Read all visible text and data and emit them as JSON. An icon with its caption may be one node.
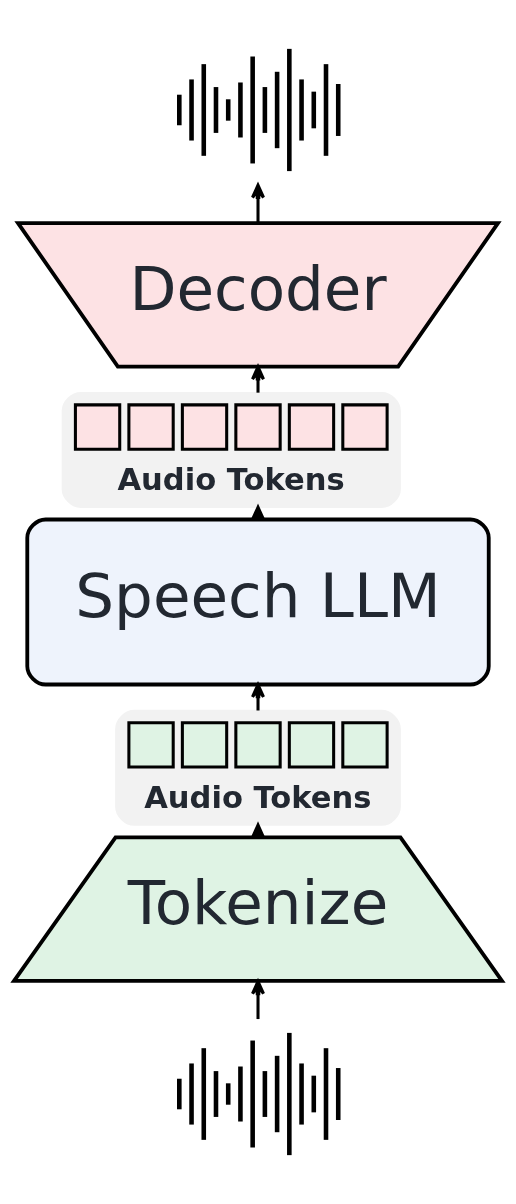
{
  "diagram": {
    "nodes": [
      {
        "text": [],
        "shape": "picture"
      },
      {
        "text": [
          "Decoder"
        ]
      },
      {
        "text": [
          "Audio Tokens"
        ]
      },
      {
        "text": [],
        "shape": "box",
        "in": 2
      },
      {
        "text": [],
        "shape": "box",
        "in": 2
      },
      {
        "text": [],
        "shape": "box",
        "in": 2
      },
      {
        "text": [],
        "shape": "box",
        "in": 2
      },
      {
        "text": [],
        "shape": "box",
        "in": 2
      },
      {
        "text": [],
        "shape": "box",
        "in": 2
      },
      {
        "text": [
          "Speech LLM"
        ]
      },
      {
        "text": [
          "Audio Tokens"
        ]
      },
      {
        "text": [],
        "shape": "box",
        "in": 10
      },
      {
        "text": [],
        "shape": "box",
        "in": 10
      },
      {
        "text": [],
        "shape": "box",
        "in": 10
      },
      {
        "text": [],
        "shape": "box",
        "in": 10
      },
      {
        "text": [],
        "shape": "box",
        "in": 10
      },
      {
        "text": [
          "Tokenize"
        ]
      },
      {
        "text": [],
        "shape": "picture"
      }
    ],
    "edges": [
      {
        "from": 17,
        "to": 16,
        "arrow": "to"
      },
      {
        "from": 16,
        "to": 10,
        "arrow": "to"
      },
      {
        "from": 10,
        "to": 9,
        "arrow": "to"
      },
      {
        "from": 9,
        "to": 2,
        "arrow": "to"
      },
      {
        "from": 2,
        "to": 1,
        "arrow": "to"
      },
      {
        "from": 1,
        "to": 0,
        "arrow": "to"
      }
    ]
  }
}
